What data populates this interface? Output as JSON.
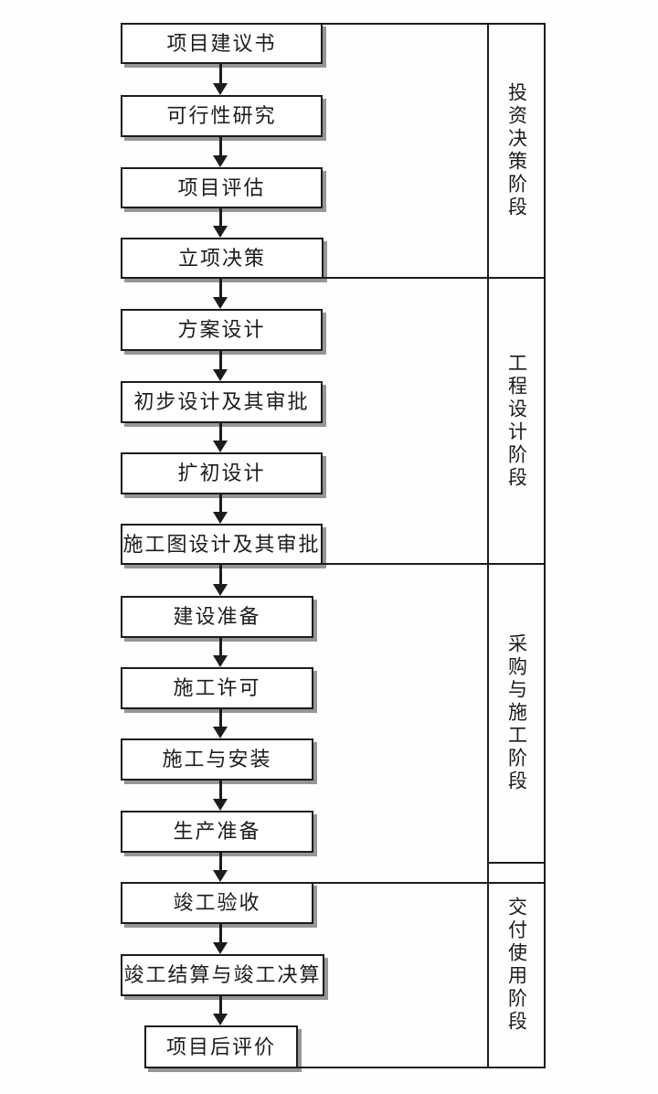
{
  "diagram": {
    "steps": [
      {
        "label": "项目建议书"
      },
      {
        "label": "可行性研究"
      },
      {
        "label": "项目评估"
      },
      {
        "label": "立项决策"
      },
      {
        "label": "方案设计"
      },
      {
        "label": "初步设计及其审批"
      },
      {
        "label": "扩初设计"
      },
      {
        "label": "施工图设计及其审批"
      },
      {
        "label": "建设准备"
      },
      {
        "label": "施工许可"
      },
      {
        "label": "施工与安装"
      },
      {
        "label": "生产准备"
      },
      {
        "label": "竣工验收"
      },
      {
        "label": "竣工结算与竣工决算"
      },
      {
        "label": "项目后评价"
      }
    ],
    "phases": [
      {
        "label": "投资决策阶段"
      },
      {
        "label": "工程设计阶段"
      },
      {
        "label": "采购与施工阶段"
      },
      {
        "label": "交付使用阶段"
      }
    ],
    "colors": {
      "line": "#1c1c1c",
      "shadow": "#969696",
      "background": "#ffffff"
    }
  }
}
